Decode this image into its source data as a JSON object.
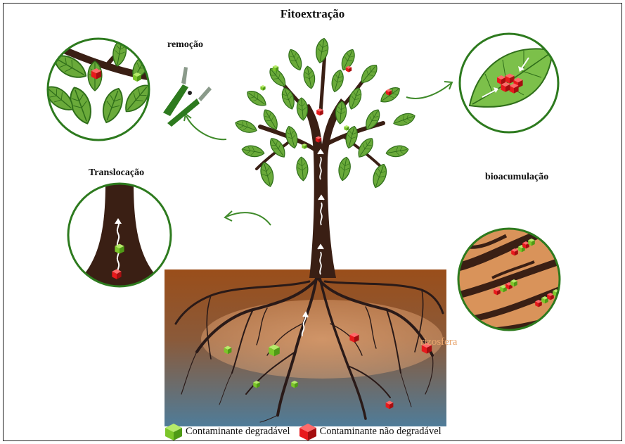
{
  "title": "Fitoextração",
  "labels": {
    "remocao": "remoção",
    "translocacao": "Translocação",
    "bioacumulacao": "bioacumulação",
    "rizosfera": "rizosfera"
  },
  "legend": [
    {
      "label": "Contaminante degradável",
      "color": "#7cc62a"
    },
    {
      "label": "Contaminante não degradável",
      "color": "#e8191c"
    }
  ],
  "colors": {
    "leaf": "#6aaa3a",
    "leaf_dark": "#2f6e1a",
    "trunk": "#3a1f14",
    "soil_top": "#9a4e1a",
    "soil_bottom": "#4f7c99",
    "circle_border": "#2d7a1e",
    "rhizosphere": "#e7a877"
  }
}
